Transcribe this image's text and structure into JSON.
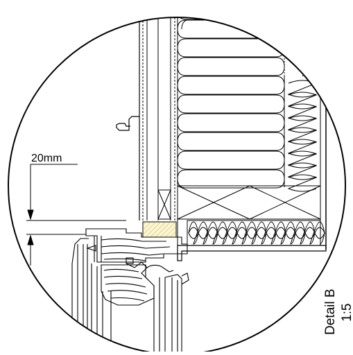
{
  "drawing": {
    "dimension_label": "20mm",
    "detail_title": "Detail B",
    "detail_scale": "1:5"
  },
  "colors": {
    "line": "#000000",
    "hatch_fill": "#fbf6d0",
    "hatch_line": "#c9b36a",
    "background": "#ffffff"
  }
}
